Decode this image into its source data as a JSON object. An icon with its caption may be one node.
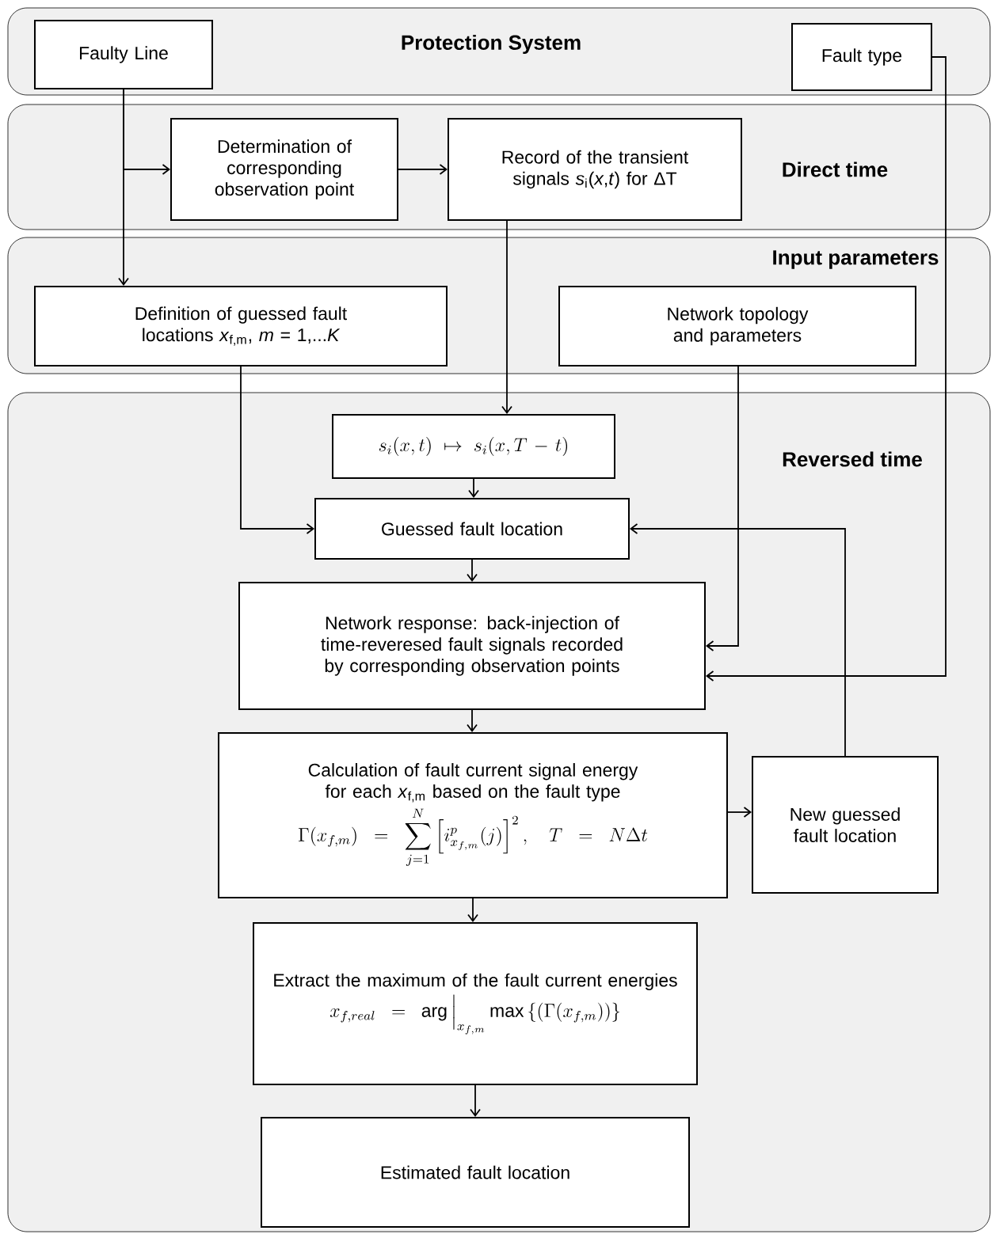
{
  "diagram": {
    "nodes": [
      {
        "text": [
          "Protection System"
        ]
      },
      {
        "text": [
          "Faulty Line"
        ],
        "in": 0
      },
      {
        "text": [
          "Fault type"
        ],
        "in": 0
      },
      {
        "text": [
          "Direct time"
        ]
      },
      {
        "text": [
          "Determination of corresponding observation point"
        ],
        "in": 3
      },
      {
        "text": [
          "Record of the transient signals *s*$_{i}$(*x*,*t*) for ΔT"
        ],
        "in": 3
      },
      {
        "text": [
          "Input parameters"
        ]
      },
      {
        "text": [
          "Definition of guessed fault locations *x*$_{f,m}$, *m* = 1,...*K*"
        ],
        "in": 6
      },
      {
        "text": [
          "Network topology and parameters"
        ],
        "in": 6
      },
      {
        "text": [
          "Reversed time"
        ]
      },
      {
        "text": [
          "s_i(x,t)\\mapsto s_i(x,T-t)"
        ],
        "in": 9
      },
      {
        "text": [
          "Guessed fault location"
        ],
        "in": 9
      },
      {
        "text": [
          "Network response: back-injection of time-reveresed fault signals recorded by corresponding observation points"
        ],
        "in": 9
      },
      {
        "text": [
          "Calculation of fault current signal energy for each *x*$_{f,m}$ based on the fault type",
          "\\Gamma(x_{f,m})=\\sum_{j=1}^{N}\\left[i^{p}_{x_{f,m}}(j)\\right]^{2},\\quad T=N\\Delta t"
        ],
        "in": 9
      },
      {
        "text": [
          "New guessed fault location"
        ],
        "in": 9
      },
      {
        "text": [
          "Extract the maximum of the fault current energies",
          "x_{f,real}=\\arg\\Big|_{x_{f,m}}\\max\\left\\{(\\Gamma(x_{f,m}))\\right\\}"
        ],
        "in": 9
      },
      {
        "text": [
          "Estimated fault location"
        ],
        "in": 9
      }
    ],
    "edges": [
      {
        "from": 1,
        "to": 4,
        "arrow": "to"
      },
      {
        "from": 1,
        "to": 7,
        "arrow": "to"
      },
      {
        "from": 4,
        "to": 5,
        "arrow": "to"
      },
      {
        "from": 5,
        "to": 10,
        "arrow": "to"
      },
      {
        "from": 10,
        "to": 11,
        "arrow": "to"
      },
      {
        "from": 7,
        "to": 11,
        "arrow": "to"
      },
      {
        "from": 8,
        "to": 12,
        "arrow": "to"
      },
      {
        "from": 2,
        "to": 12,
        "arrow": "to"
      },
      {
        "from": 11,
        "to": 12,
        "arrow": "to"
      },
      {
        "from": 12,
        "to": 13,
        "arrow": "to"
      },
      {
        "from": 13,
        "to": 14,
        "arrow": "to"
      },
      {
        "from": 14,
        "to": 11,
        "arrow": "to"
      },
      {
        "from": 13,
        "to": 15,
        "arrow": "to"
      },
      {
        "from": 15,
        "to": 16,
        "arrow": "to"
      }
    ]
  }
}
